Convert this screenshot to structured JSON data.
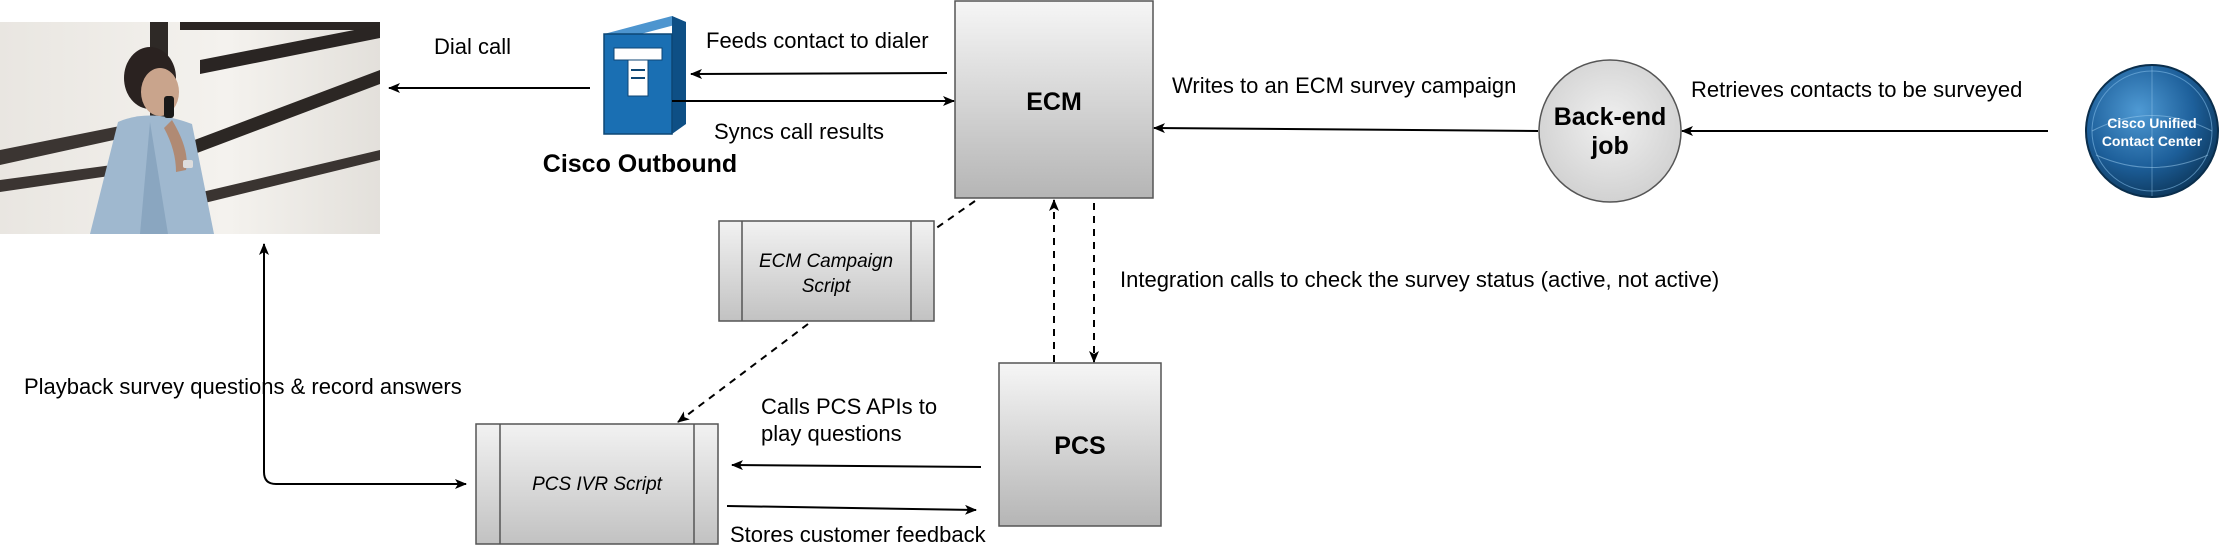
{
  "colors": {
    "box_fill_top": "#f4f4f4",
    "box_fill_bottom": "#b8b8b8",
    "box_stroke": "#555555",
    "arrow": "#000000",
    "dialer_blue": "#1a6fb3",
    "dialer_dark": "#0e4f85",
    "circle_fill": "#dedede",
    "logo_blue": "#1d5f9a"
  },
  "nodes": {
    "ecm": {
      "label": "ECM",
      "icon": "process-box"
    },
    "pcs": {
      "label": "PCS",
      "icon": "process-box"
    },
    "backend_job": {
      "label_line1": "Back-end",
      "label_line2": "job",
      "icon": "circle-node"
    },
    "cisco_outbound": {
      "label": "Cisco Outbound",
      "icon": "server-tower-icon"
    },
    "customer": {
      "icon": "person-on-phone-photo"
    },
    "cucc_logo": {
      "label_line1": "Cisco Unified",
      "label_line2": "Contact Center",
      "icon": "globe-logo"
    },
    "ecm_campaign_script": {
      "label_line1": "ECM Campaign",
      "label_line2": "Script",
      "icon": "subprocess-box"
    },
    "pcs_ivr_script": {
      "label": "PCS IVR Script",
      "icon": "subprocess-box"
    }
  },
  "edges": {
    "dial_call": "Dial call",
    "feeds_contact": "Feeds contact to dialer",
    "syncs_results": "Syncs call results",
    "writes_survey": "Writes to an ECM survey campaign",
    "retrieves_contacts": "Retrieves contacts to be surveyed",
    "integration_calls": "Integration calls to check the survey status (active, not active)",
    "playback_line": "Playback survey questions & record answers",
    "calls_pcs_line1": "Calls PCS APIs to",
    "calls_pcs_line2": "play questions",
    "stores_feedback": "Stores customer feedback"
  }
}
